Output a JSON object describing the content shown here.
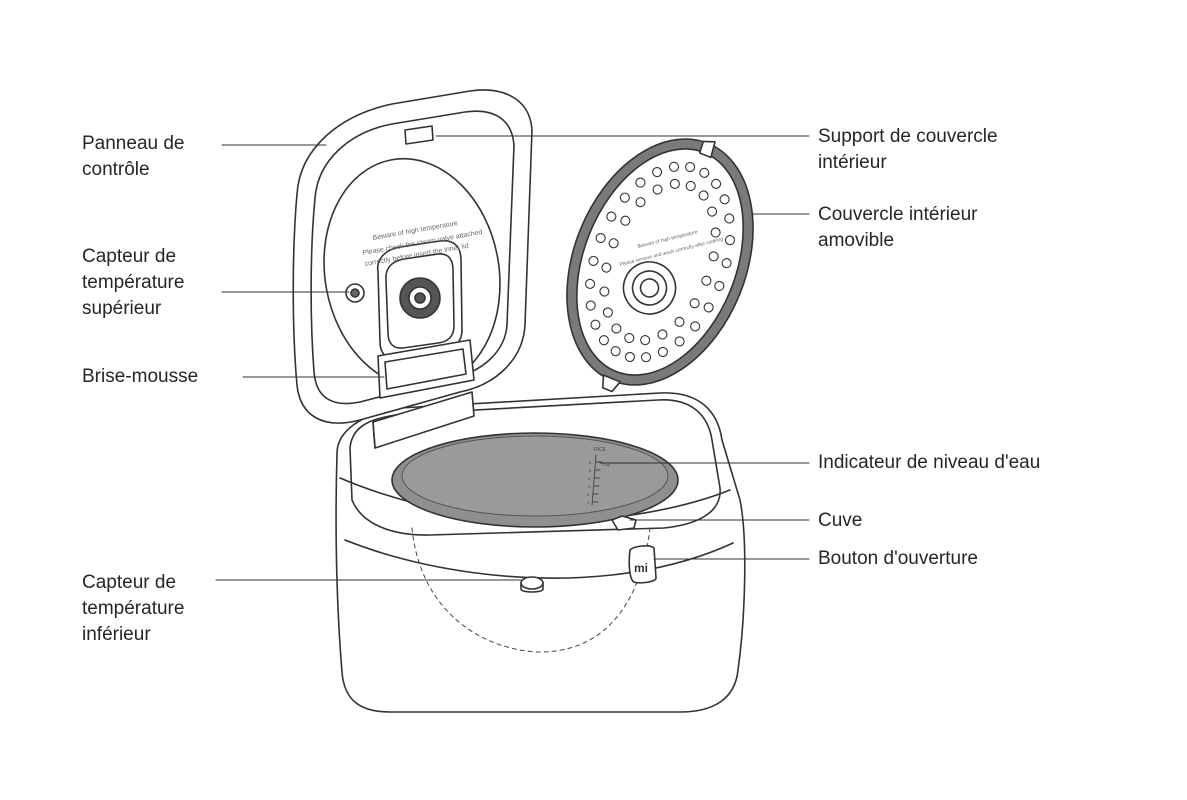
{
  "labels": {
    "control_panel": [
      "Panneau de",
      "contrôle"
    ],
    "top_sensor": [
      "Capteur de",
      "température",
      "supérieur"
    ],
    "foam_breaker": [
      "Brise-mousse"
    ],
    "bottom_sensor": [
      "Capteur de",
      "température",
      "inférieur"
    ],
    "inner_lid_holder": [
      "Support de couvercle",
      "intérieur"
    ],
    "removable_inner_lid": [
      "Couvercle intérieur",
      "amovible"
    ],
    "water_level": [
      "Indicateur de niveau d'eau"
    ],
    "pot": [
      "Cuve"
    ],
    "open_button": [
      "Bouton d'ouverture"
    ]
  },
  "lid_printed_text": {
    "line1": "Beware of high temperature",
    "line2": "Please check the steam valve attached",
    "line3": "correctly before insert the inner lid"
  },
  "inner_lid_text": {
    "line1": "Beware of high temperature",
    "line2": "Please remove and wash correctly after cooking"
  },
  "pot_scale": {
    "header": "RICE",
    "marks": [
      "6",
      "5",
      "4",
      "3",
      "2",
      "1"
    ],
    "side": "Cup"
  },
  "brand_logo": "mi",
  "colors": {
    "outline": "#333333",
    "pot_fill": "#8f8f8f",
    "gasket": "#7a7a7a",
    "text": "#262626"
  }
}
